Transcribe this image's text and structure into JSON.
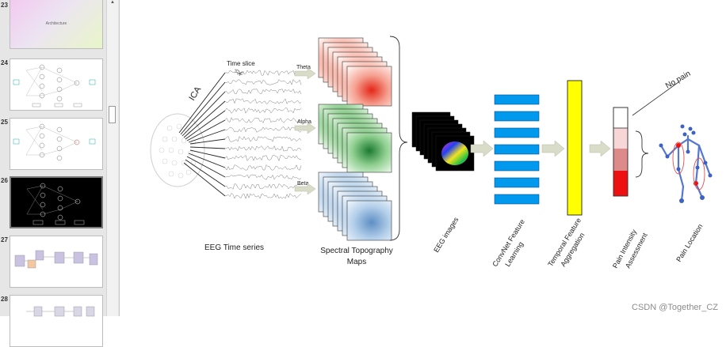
{
  "sidebar": {
    "slides": [
      {
        "number": "23",
        "title": "Architecture"
      },
      {
        "number": "24",
        "title": "Hidden layer"
      },
      {
        "number": "25",
        "title": "Hidden layer"
      },
      {
        "number": "26",
        "title": "Hidden layer"
      },
      {
        "number": "27",
        "title": ""
      },
      {
        "number": "28",
        "title": ""
      }
    ]
  },
  "diagram": {
    "ica": "ICA",
    "time_slice": "Time slice",
    "eeg_time_series": "EEG Time series",
    "bands": [
      "Theta",
      "Alpha",
      "Beta"
    ],
    "spectral_maps": [
      "Spectral Topography",
      "Maps"
    ],
    "eeg_images": "EEG images",
    "convnet": [
      "ConvNet Feature",
      "Learning"
    ],
    "temporal": [
      "Temporal Feature",
      "Aggregation"
    ],
    "pain_intensity": [
      "Pain Intensity",
      "Assessment"
    ],
    "no_pain": "No pain",
    "pain_location": "Pain Location",
    "colors": {
      "blue_bar": "#0099ee",
      "yellow_bar": "#ffff00",
      "red": "#ee1111",
      "arrow": "#d9dcc8"
    }
  },
  "watermark": "CSDN @Together_CZ"
}
